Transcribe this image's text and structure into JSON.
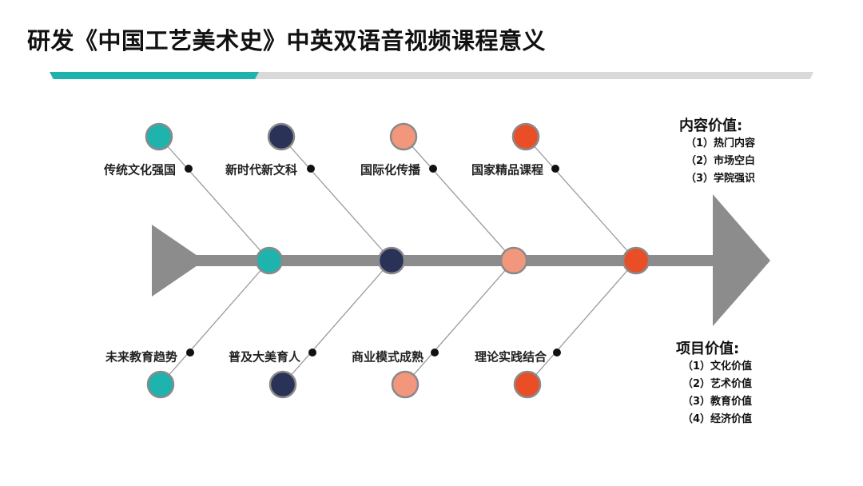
{
  "title": "研发《中国工艺美术史》中英双语音视频课程意义",
  "colors": {
    "teal": "#1fb3ae",
    "navy": "#2b3258",
    "salmon": "#f3977c",
    "orange": "#ea4e26",
    "spine": "#8c8c8c",
    "rib_line": "#9a9a9a",
    "header_grey": "#d9d9d9"
  },
  "top_labels": [
    "传统文化强国",
    "新时代新文科",
    "国际化传播",
    "国家精品课程"
  ],
  "bottom_labels": [
    "未来教育趋势",
    "普及大美育人",
    "商业模式成熟",
    "理论实践结合"
  ],
  "content_value": {
    "heading": "内容价值",
    "colon": ":",
    "items": [
      "（1）热门内容",
      "（2）市场空白",
      "（3）学院强识"
    ]
  },
  "project_value": {
    "heading": "项目价值",
    "colon": ":",
    "items": [
      "（1）文化价值",
      "（2）艺术价值",
      "（3）教育价值",
      "（4）经济价值"
    ]
  }
}
